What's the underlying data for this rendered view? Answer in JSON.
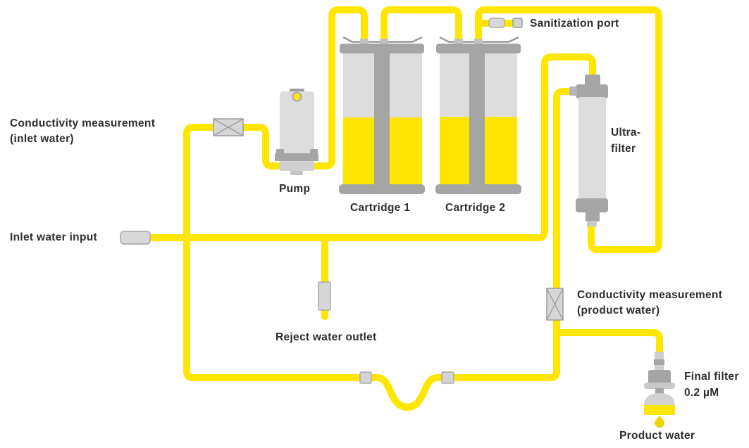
{
  "diagram": {
    "type": "water-purification-system-schematic",
    "colors": {
      "tube_yellow": "#FFE600",
      "fill_yellow": "#FFE600",
      "droplet_yellow": "#EED400",
      "component_gray": "#A5A5A5",
      "component_light_gray": "#DCDCDC",
      "connector_gray": "#D7D7D7",
      "text": "#2E2E2E",
      "background": "#FFFFFF"
    },
    "labels": {
      "conductivity_inlet": {
        "line1": "Conductivity measurement",
        "line2": "(inlet water)"
      },
      "inlet_water": {
        "line1": "Inlet water input"
      },
      "pump": {
        "line1": "Pump"
      },
      "cartridge1": {
        "line1": "Cartridge 1"
      },
      "cartridge2": {
        "line1": "Cartridge 2"
      },
      "sanitization": {
        "line1": "Sanitization port"
      },
      "ultrafilter": {
        "line1": "Ultra-",
        "line2": "filter"
      },
      "conductivity_product": {
        "line1": "Conductivity measurement",
        "line2": "(product water)"
      },
      "reject_water": {
        "line1": "Reject water outlet"
      },
      "final_filter": {
        "line1": "Final filter",
        "line2": "0.2 µM"
      },
      "product_water": {
        "line1": "Product water"
      }
    }
  }
}
